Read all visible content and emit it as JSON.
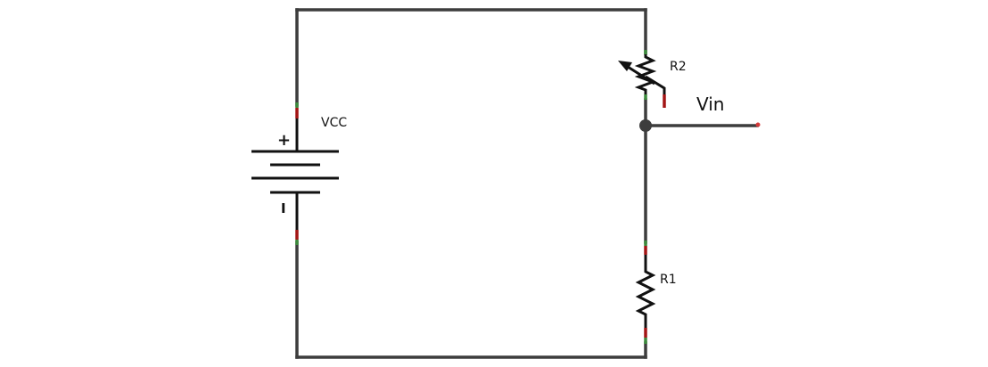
{
  "diagram": {
    "title": "",
    "labels": {
      "battery": "VCC",
      "battery_plus": "+",
      "battery_minus": "I",
      "pot": "R2",
      "resistor": "R1",
      "output": "Vin"
    },
    "colors": {
      "wire": "#3d3d3d",
      "component": "#111111",
      "pin_red": "#a31515",
      "pin_green": "#3c8a3c",
      "background": "#ffffff"
    }
  }
}
